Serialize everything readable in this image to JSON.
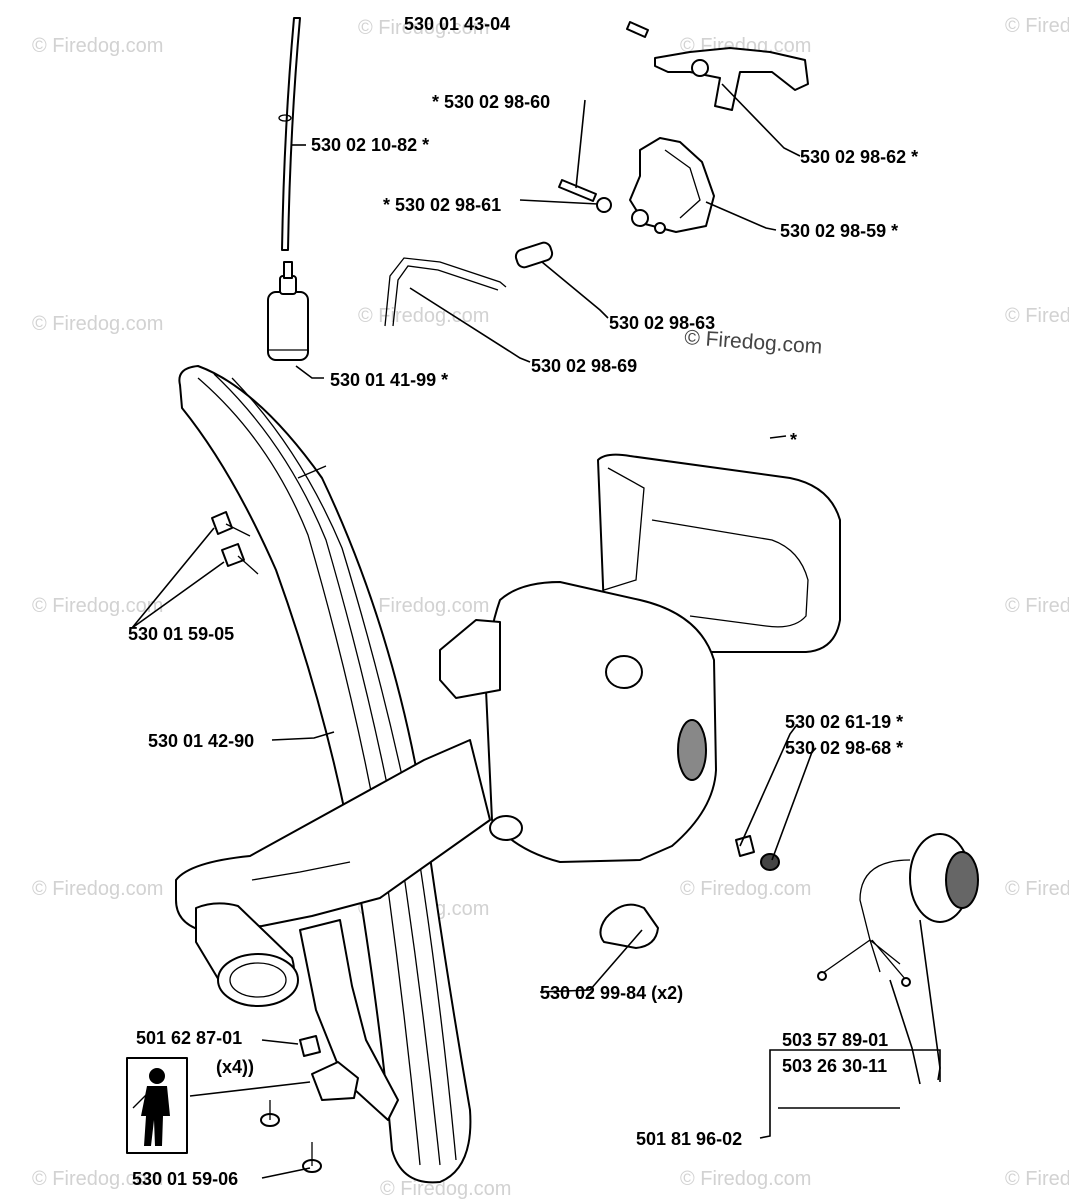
{
  "watermark": "© Firedog.com",
  "stamp": "© Firedog.com",
  "labels": {
    "l1": "530 01 43-04",
    "l2": "* 530 02 98-60",
    "l3": "530 02 10-82 *",
    "l4": "530 02 98-62 *",
    "l5": "* 530 02 98-61",
    "l6": "530 02 98-59 *",
    "l7": "530 02 98-63",
    "l8": "530 02 98-69",
    "l9": "530 01 41-99 *",
    "l10": "*",
    "l11": "530 01 59-05",
    "l12": "530 01 42-90",
    "l13": "530 02 61-19 *",
    "l14": "530 02 98-68 *",
    "l15": "530 02 99-84 (x2)",
    "l16": "501 62 87-01",
    "l17": "(x4))",
    "l18": "503 57 89-01",
    "l19": "503 26 30-11",
    "l20": "501 81 96-02",
    "l21": "530 01 59-06"
  }
}
